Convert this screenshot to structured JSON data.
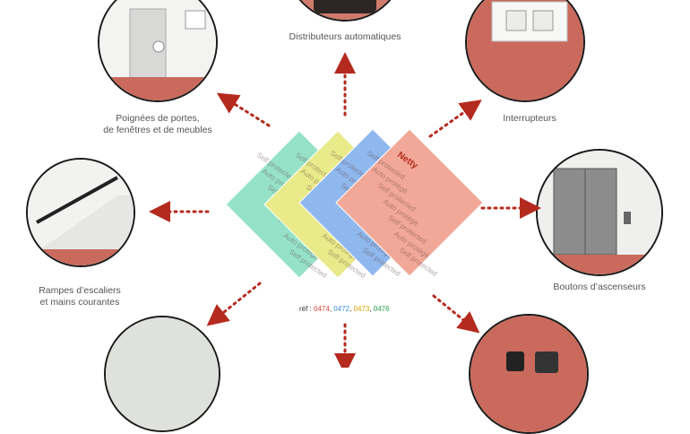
{
  "labels": {
    "distributeurs": "Distributeurs automatiques",
    "poignees_line1": "Poignées de portes,",
    "poignees_line2": "de fenêtres et de meubles",
    "interrupteurs": "Interrupteurs",
    "rampes_line1": "Rampes d’escaliers",
    "rampes_line2": "et mains courantes",
    "boutons": "Boutons d’ascenseurs"
  },
  "reference": {
    "prefix": "réf : ",
    "codes": [
      {
        "code": "0474",
        "color": "#d94a3a"
      },
      {
        "code": "0472",
        "color": "#3a8fd9"
      },
      {
        "code": "0473",
        "color": "#e0a000"
      },
      {
        "code": "0476",
        "color": "#2e9e4a"
      }
    ],
    "separator": ", "
  },
  "cloths": {
    "print_text_1": "Self protected",
    "print_text_2": "Auto protégé",
    "brand": "Netty",
    "colors": [
      "#f2a898",
      "#8fb8ee",
      "#e9ea8a",
      "#96e2c8"
    ]
  },
  "colors": {
    "accent": "#b42a1e",
    "floor": "#c96a5c"
  }
}
